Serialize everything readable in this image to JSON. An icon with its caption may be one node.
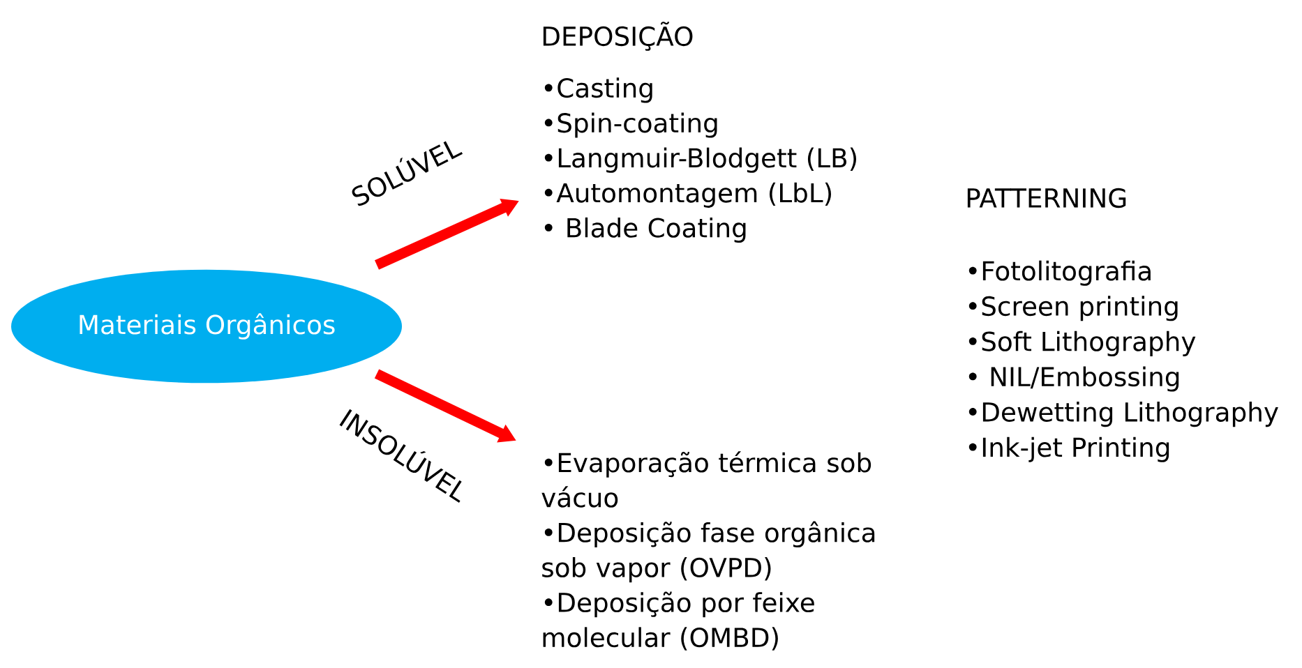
{
  "diagram": {
    "nodes": [
      {
        "text": [
          "Materiais Orgânicos"
        ]
      },
      {
        "text": [
          "DEPOSIÇÃO",
          "•Casting",
          "•Spin-coating",
          "•Langmuir-Blodgett (LB)",
          "•Automontagem (LbL)",
          "• Blade Coating"
        ]
      },
      {
        "text": [
          "•Evaporação térmica sob vácuo",
          "•Deposição fase orgânica sob vapor (OVPD)",
          "•Deposição por feixe molecular (OMBD)"
        ]
      }
    ],
    "edges": [
      {
        "from": 0,
        "to": 1,
        "arrow": "to",
        "label": "SOLÚVEL"
      },
      {
        "from": 0,
        "to": 2,
        "arrow": "to",
        "label": "INSOLÚVEL"
      }
    ],
    "labels": [
      "PATTERNING",
      "•Fotolitografia",
      "•Screen printing",
      "•Soft Lithography",
      "• NIL/Embossing",
      "•Dewetting Lithography",
      "•Ink-jet Printing"
    ]
  }
}
